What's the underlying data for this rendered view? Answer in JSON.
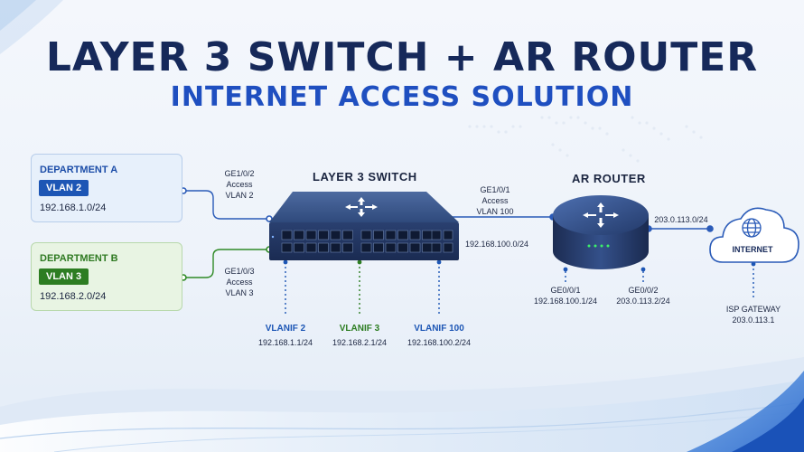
{
  "title": "LAYER 3 SWITCH + AR ROUTER",
  "subtitle": "INTERNET ACCESS SOLUTION",
  "departments": [
    {
      "name": "DEPARTMENT A",
      "vlan": "VLAN 2",
      "subnet": "192.168.1.0/24"
    },
    {
      "name": "DEPARTMENT B",
      "vlan": "VLAN 3",
      "subnet": "192.168.2.0/24"
    }
  ],
  "switch": {
    "label": "LAYER 3 SWITCH",
    "port_a": {
      "port": "GE1/0/2",
      "mode": "Access",
      "vlan": "VLAN 2"
    },
    "port_b": {
      "port": "GE1/0/3",
      "mode": "Access",
      "vlan": "VLAN 3"
    },
    "uplink": {
      "port": "GE1/0/1",
      "mode": "Access",
      "vlan": "VLAN 100",
      "subnet": "192.168.100.0/24"
    },
    "vlanifs": [
      {
        "name": "VLANIF 2",
        "ip": "192.168.1.1/24",
        "color": "#1d56b5"
      },
      {
        "name": "VLANIF 3",
        "ip": "192.168.2.1/24",
        "color": "#2d7d22"
      },
      {
        "name": "VLANIF 100",
        "ip": "192.168.100.2/24",
        "color": "#1d56b5"
      }
    ]
  },
  "router": {
    "label": "AR ROUTER",
    "ge001": {
      "port": "GE0/0/1",
      "ip": "192.168.100.1/24"
    },
    "ge002": {
      "port": "GE0/0/2",
      "ip": "203.0.113.2/24"
    },
    "wan_subnet": "203.0.113.0/24"
  },
  "internet": {
    "label": "INTERNET",
    "gateway_label": "ISP GATEWAY",
    "gateway_ip": "203.0.113.1"
  },
  "colors": {
    "navy": "#16295a",
    "blue": "#1f4fc0",
    "green": "#2d7d22",
    "switch_body": "#2c4473"
  }
}
